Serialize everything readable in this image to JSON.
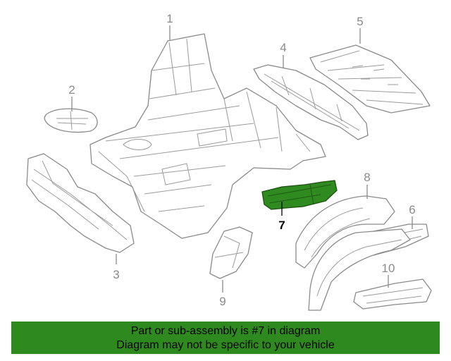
{
  "callouts": [
    {
      "id": "1",
      "label": "1"
    },
    {
      "id": "2",
      "label": "2"
    },
    {
      "id": "3",
      "label": "3"
    },
    {
      "id": "4",
      "label": "4"
    },
    {
      "id": "5",
      "label": "5"
    },
    {
      "id": "6",
      "label": "6"
    },
    {
      "id": "7",
      "label": "7"
    },
    {
      "id": "8",
      "label": "8"
    },
    {
      "id": "9",
      "label": "9"
    },
    {
      "id": "10",
      "label": "10"
    }
  ],
  "highlighted_part": "7",
  "colors": {
    "highlight": "#2f8a1f",
    "banner": "#2e8a1f",
    "line": "#8a8a8a"
  },
  "banner": {
    "line1": "Part or sub-assembly is #7 in diagram",
    "line2": "Diagram may not be specific to your vehicle"
  }
}
